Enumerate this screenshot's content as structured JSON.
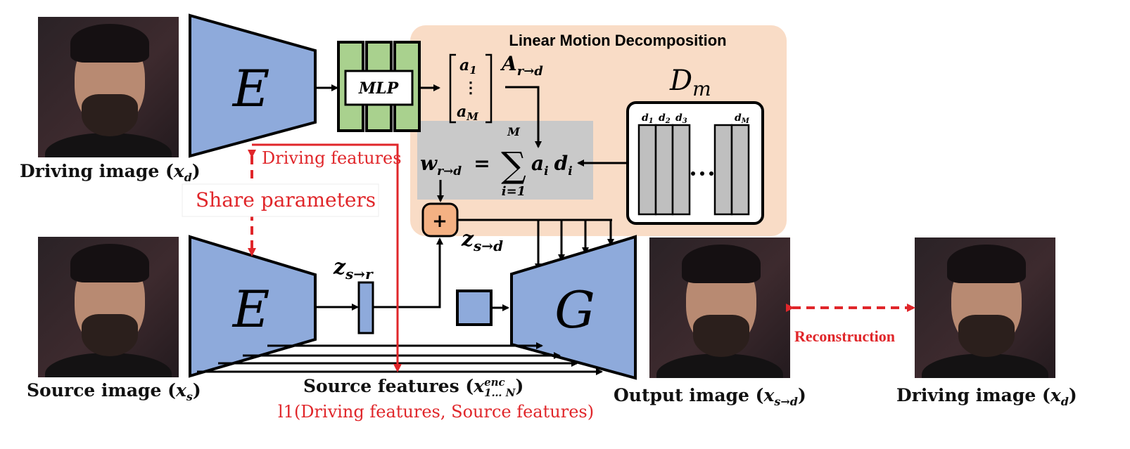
{
  "panel": {
    "title": "Linear Motion Decomposition"
  },
  "encoder": {
    "label": "E"
  },
  "generator": {
    "label": "G"
  },
  "mlp": {
    "label": "MLP"
  },
  "vector": {
    "a1": "a",
    "a1_sub": "1",
    "dots": "⋮",
    "aM": "a",
    "aM_sub": "M"
  },
  "A_label": {
    "main": "A",
    "sub": "r→d"
  },
  "dm_label": {
    "main": "D",
    "sub": "m"
  },
  "dict_cols": {
    "d": "d",
    "s1": "1",
    "s2": "2",
    "s3": "3",
    "sM": "M"
  },
  "formula": {
    "w": "w",
    "w_sub": "r→d",
    "eq": "=",
    "sigma": "∑",
    "upper": "M",
    "lower": "i=1",
    "body": "a",
    "body_sub1": "i",
    "body_d": "d",
    "body_sub2": "i"
  },
  "plus": "+",
  "z_sd": {
    "main": "z",
    "sub": "s→d"
  },
  "z_sr": {
    "main": "z",
    "sub": "s→r"
  },
  "labels": {
    "driving_features": "Driving features",
    "share_parameters": "Share parameters",
    "reconstruction": "Reconstruction",
    "l1_loss": "l1(Driving features, Source features)"
  },
  "captions": {
    "driving_top_text": "Driving image (",
    "driving_top_var": "x",
    "driving_top_sub": "d",
    "driving_top_end": ")",
    "source_text": "Source image (",
    "source_var": "x",
    "source_sub": "s",
    "source_end": ")",
    "source_features_text": "Source features (",
    "source_features_var": "x",
    "source_features_sup": "enc",
    "source_features_sub": "1… N",
    "source_features_end": ")",
    "output_text": "Output image (",
    "output_var": "x",
    "output_sub": "s→d",
    "output_end": ")",
    "driving_right_text": "Driving image (",
    "driving_right_var": "x",
    "driving_right_sub": "d",
    "driving_right_end": ")"
  },
  "colors": {
    "encoder_fill": "#8eaadb",
    "mlp_fill": "#a9d18e",
    "panel_fill": "#f9dcc6",
    "formula_fill": "#c9c9c9",
    "plus_fill": "#f4b183",
    "dictionary_fill": "#bfbfbf",
    "accent_red": "#e0262a"
  }
}
